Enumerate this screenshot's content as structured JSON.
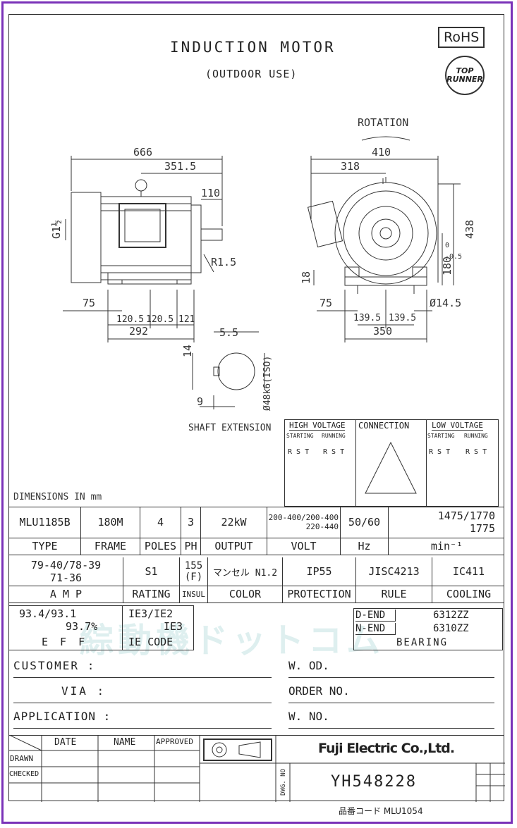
{
  "header": {
    "title": "INDUCTION MOTOR",
    "subtitle": "(OUTDOOR USE)",
    "rohs": "RoHS",
    "top_runner_line1": "TOP",
    "top_runner_line2": "RUNNER"
  },
  "drawing": {
    "rotation": "ROTATION",
    "dims": {
      "d666": "666",
      "d351": "351.5",
      "d110": "110",
      "d_g": "G1½",
      "d_r": "R1.5",
      "d75l": "75",
      "d120a": "120.5",
      "d120b": "120.5",
      "d121": "121",
      "d292": "292",
      "d410": "410",
      "d318": "318",
      "d438": "438",
      "d180": "180",
      "d180tol_top": "0",
      "d180tol_bot": "-0.5",
      "d18": "18",
      "d75r": "75",
      "d139a": "139.5",
      "d139b": "139.5",
      "d14_5": "Ø14.5",
      "d350": "350",
      "s5_5": "5.5",
      "s14": "14",
      "s9": "9",
      "s_dia": "Ø48k6(ISO)"
    },
    "shaft_extension": "SHAFT EXTENSION",
    "dimensions_note": "DIMENSIONS IN mm"
  },
  "connection": {
    "high_voltage": "HIGH VOLTAGE",
    "connection": "CONNECTION",
    "low_voltage": "LOW VOLTAGE",
    "starting": "STARTING",
    "running": "RUNNING",
    "rst": "R S T"
  },
  "spec_row1": {
    "type": "MLU1185B",
    "frame": "180M",
    "poles": "4",
    "ph": "3",
    "output": "22kW",
    "volt_line1": "200-400/200-400",
    "volt_line2": "220-440",
    "hz": "50/60",
    "min_line1": "1475/1770",
    "min_line2": "1775"
  },
  "spec_row1_labels": {
    "type": "TYPE",
    "frame": "FRAME",
    "poles": "POLES",
    "ph": "PH",
    "output": "OUTPUT",
    "volt": "VOLT",
    "hz": "Hz",
    "min": "min⁻¹"
  },
  "spec_row2": {
    "amp_line1": "79-40/78-39",
    "amp_line2": "71-36",
    "rating": "S1",
    "insul_line1": "155",
    "insul_line2": "(F)",
    "color": "マンセル N1.2",
    "protection": "IP55",
    "rule": "JISC4213",
    "cooling": "IC411"
  },
  "spec_row2_labels": {
    "amp": "A M P",
    "rating": "RATING",
    "insul": "INSUL",
    "color": "COLOR",
    "protection": "PROTECTION",
    "rule": "RULE",
    "cooling": "COOLING"
  },
  "efficiency": {
    "line1": "93.4/93.1",
    "line2": "93.7%",
    "label": "E F F",
    "ie_line1": "IE3/IE2",
    "ie_line2": "IE3",
    "ie_label": "IE CODE"
  },
  "bearing": {
    "d_end_label": "D-END",
    "d_end": "6312ZZ",
    "n_end_label": "N-END",
    "n_end": "6310ZZ",
    "label": "BEARING"
  },
  "customer": {
    "customer": "CUSTOMER :",
    "via": "VIA :",
    "application": "APPLICATION :",
    "wod": "W. OD.",
    "order_no": "ORDER NO.",
    "wno": "W. NO."
  },
  "title_block": {
    "date": "DATE",
    "name": "NAME",
    "approved": "APPROVED",
    "drawn": "DRAWN",
    "checked": "CHECKED",
    "company": "Fuji Electric Co.,Ltd.",
    "dwg_no_label": "DWG. NO",
    "dwg_no": "YH548228"
  },
  "footer": {
    "code": "品番コード MLU1054"
  },
  "watermark": {
    "text": "綜動機ドットコム"
  }
}
